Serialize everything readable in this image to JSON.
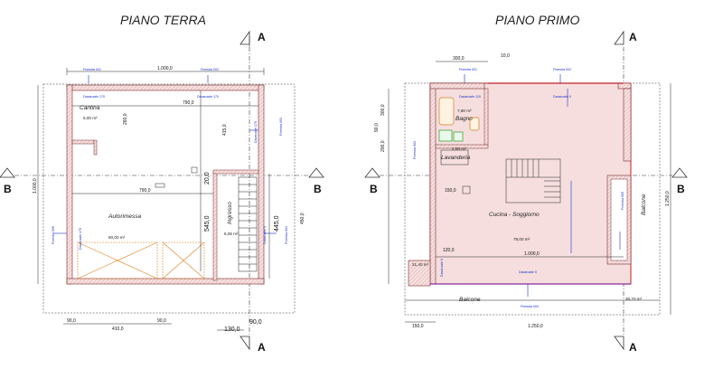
{
  "titles": {
    "ground": "PIANO TERRA",
    "first": "PIANO PRIMO"
  },
  "section_marks": {
    "a": "A",
    "b": "B"
  },
  "ground_floor": {
    "rooms": [
      {
        "name": "Cantina",
        "area": "6,00 m²"
      },
      {
        "name": "Autorimessa",
        "area": "60,00 m²"
      },
      {
        "name": "Ingresso",
        "area": "6,06 m²"
      }
    ],
    "dimensions": {
      "top": "1.000,0",
      "inner_top": "790,0",
      "inner_mid": "790,0",
      "left_vertical": "1.000,0",
      "cantina_height": "260,0",
      "stair_dim_a": "415,0",
      "stair_dim_b": "545,0",
      "stair_width": "20,0",
      "right_dim": "445,0",
      "right_outer": "450,0",
      "bottom_left": "90,0",
      "bottom_mid": "410,0",
      "bottom_right": "90,0",
      "bottom_b": "130,0",
      "bottom_c": "90,0"
    },
    "window_labels": [
      "Finestra 001",
      "Finestra 002",
      "Finestra 003",
      "Finestra 004",
      "Finestra 005"
    ],
    "door_labels": [
      "Davanzale 170",
      "Davanzale 170",
      "Davanzale 170",
      "Davanzale 170",
      "Davanzale 0"
    ]
  },
  "first_floor": {
    "rooms": [
      {
        "name": "Bagno",
        "area": "7,80 m²"
      },
      {
        "name": "Lavanderia",
        "area": "2,00 m²"
      },
      {
        "name": "Cucina - Soggiorno",
        "area": "78,00 m²"
      },
      {
        "name": "Balcone",
        "area": "36,70 m²"
      },
      {
        "name": "Balcone",
        "area": ""
      }
    ],
    "dimensions": {
      "top": "300,0",
      "top_small": "10,0",
      "left_a": "90,0",
      "left_b": "200,0",
      "left_c": "300,0",
      "inner_left": "150,0",
      "inner_b": "120,0",
      "inner_mid": "1.000,0",
      "right_a": "1.250,0",
      "bottom_left": "150,0",
      "bottom_right": "1.250,0",
      "side_area": "21,40 m²"
    },
    "window_labels": [
      "Finestra 001",
      "Finestra 002",
      "Finestra 003",
      "Finestra 004",
      "Finestra 005"
    ],
    "door_labels": [
      "Davanzale 120",
      "Davanzale 0",
      "Davanzale 0",
      "Davanzale 0"
    ]
  }
}
